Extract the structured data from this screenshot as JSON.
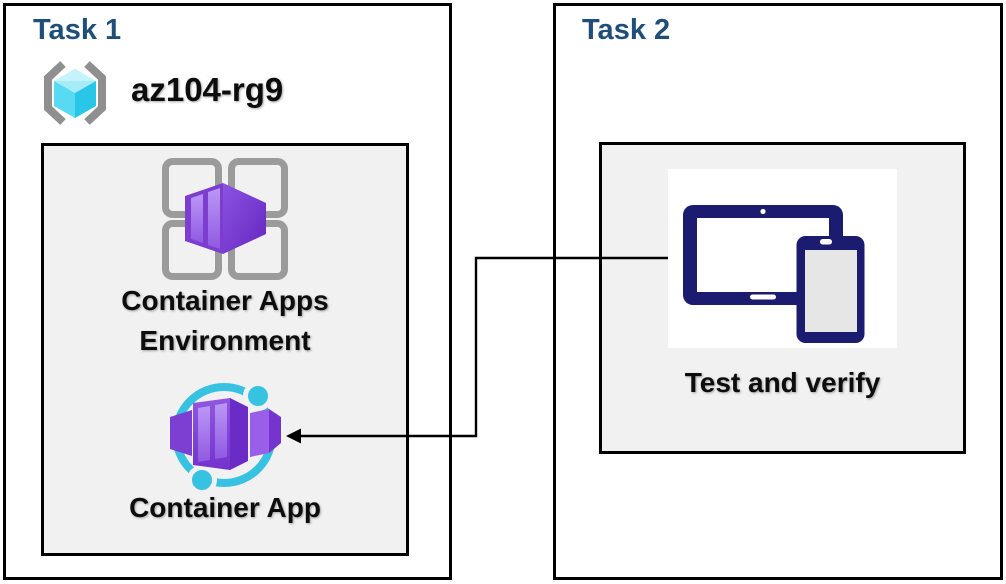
{
  "task1": {
    "title": "Task 1",
    "resource_group_name": "az104-rg9",
    "environment_label": "Container Apps\nEnvironment",
    "app_label": "Container App"
  },
  "task2": {
    "title": "Task 2",
    "verify_label": "Test and verify"
  },
  "icons": {
    "resource_group": "azure-resource-group-icon",
    "environment": "container-apps-environment-icon",
    "container_app": "container-app-icon",
    "devices": "tablet-and-phone-devices-icon",
    "arrow": "elbow-arrow-connector"
  },
  "colors": {
    "task_title_blue": "#1F4E79",
    "box_border_black": "#000000",
    "inner_box_gray": "#F1F1F1",
    "container_purple": "#7B3ECF",
    "container_purple_dark": "#6A2BC6",
    "container_stripe_light": "#B294F2",
    "cyan_accent": "#38C2E2",
    "resource_cube_cyan": "#58DAF2",
    "bracket_gray": "#8F8F8F",
    "device_navy": "#1B1B70",
    "connector_black": "#000000"
  }
}
